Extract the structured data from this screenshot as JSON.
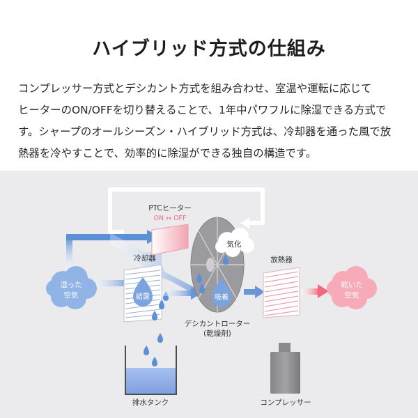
{
  "header": {
    "title": "ハイブリッド方式の仕組み"
  },
  "intro": {
    "lines": [
      "コンプレッサー方式とデシカント方式を組み合わせ、室温や運転に応じて",
      "ヒーターのON/OFFを切り替えることで、1年中パワフルに除湿できる方式で",
      "す。シャープのオールシーズン・ハイブリッド方式は、冷却器を通った風で放",
      "熱器を冷やすことで、効率的に除湿ができる独自の構造です。"
    ]
  },
  "diagram": {
    "heater": {
      "label": "PTCヒーター",
      "toggle": "ON ↔ OFF"
    },
    "cooler": {
      "label": "冷却器",
      "badge": "結露"
    },
    "rotor": {
      "label": "デシカントローター",
      "sublabel": "(乾燥剤)",
      "badge": "吸着",
      "vapor": "気化"
    },
    "radiator": {
      "label": "放熱器"
    },
    "wet_air": {
      "line1": "湿った",
      "line2": "空気"
    },
    "dry_air": {
      "line1": "乾いた",
      "line2": "空気"
    },
    "tank": {
      "label": "排水タンク"
    },
    "compressor": {
      "label": "コンプレッサー"
    },
    "colors": {
      "panel": "#ebebed",
      "wet_blue": "#5b8fd6",
      "badge_blue": "#7ba3de",
      "dry_pink": "#f06b7e",
      "cloud_pink": "#f7aab8",
      "cloud_blue": "#8fb4e5",
      "rotor_gray": "#9a9a9f",
      "heater_pink": "#f2a4b0"
    }
  }
}
